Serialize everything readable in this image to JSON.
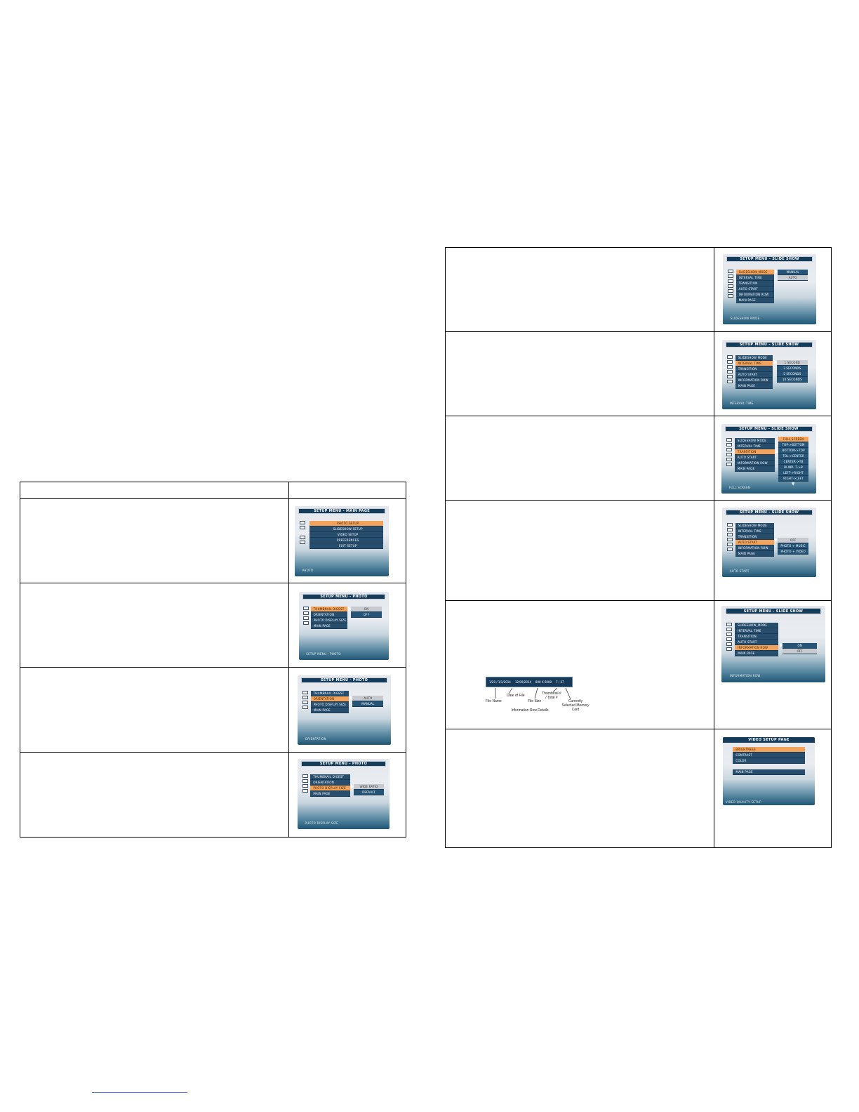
{
  "left_table": {
    "rows": [
      {
        "screen": {
          "title": "SETUP MENU - MAIN PAGE",
          "items": [
            "PHOTO SETUP",
            "SLIDESHOW SETUP",
            "VIDEO SETUP",
            "PREFERENCES",
            "EXIT SETUP"
          ],
          "selected_index": 0,
          "options": [],
          "status": "PHOTO"
        }
      },
      {
        "screen": {
          "title": "SETUP MENU - PHOTO",
          "items": [
            "THUMBNAIL DIGEST",
            "ORIENTATION",
            "PHOTO DISPLAY SIZE",
            "MAIN PAGE"
          ],
          "selected_index": 0,
          "options": [
            "ON",
            "OFF"
          ],
          "option_selected_index": 0,
          "status": "SETUP MENU - PHOTO"
        }
      },
      {
        "screen": {
          "title": "SETUP MENU - PHOTO",
          "items": [
            "THUMBNAIL DIGEST",
            "ORIENTATION",
            "PHOTO DISPLAY SIZE",
            "MAIN PAGE"
          ],
          "selected_index": 1,
          "options": [
            "AUTO",
            "MANUAL"
          ],
          "option_selected_index": 0,
          "status": "ORIENTATION"
        }
      },
      {
        "screen": {
          "title": "SETUP MENU - PHOTO",
          "items": [
            "THUMBNAIL DIGEST",
            "ORIENTATION",
            "PHOTO DISPLAY SIZE",
            "MAIN PAGE"
          ],
          "selected_index": 2,
          "options": [
            "WIDE RATIO",
            "DEFAULT"
          ],
          "option_selected_index": 0,
          "status": "PHOTO DISPLAY SIZE"
        }
      }
    ]
  },
  "right_table": {
    "rows": [
      {
        "screen": {
          "title": "SETUP MENU - SLIDE SHOW",
          "items": [
            "SLIDESHOW MODE",
            "INTERVAL TIME",
            "TRANSITION",
            "AUTO START",
            "INFORMATION ROW",
            "MAIN PAGE"
          ],
          "selected_index": 0,
          "options": [
            "MANUAL",
            "AUTO"
          ],
          "option_selected_index": 1,
          "status": "SLIDESHOW MODE"
        }
      },
      {
        "screen": {
          "title": "SETUP MENU - SLIDE SHOW",
          "items": [
            "SLIDESHOW MODE",
            "INTERVAL TIME",
            "TRANSITION",
            "AUTO START",
            "INFORMATION ROW",
            "MAIN PAGE"
          ],
          "selected_index": 1,
          "options": [
            "1 SECOND",
            "3 SECONDS",
            "5 SECONDS",
            "10 SECONDS"
          ],
          "option_selected_index": 0,
          "status": "INTERVAL TIME"
        }
      },
      {
        "screen": {
          "title": "SETUP MENU - SLIDE SHOW",
          "items": [
            "SLIDESHOW MODE",
            "INTERVAL TIME",
            "TRANSITION",
            "AUTO START",
            "INFORMATION ROW",
            "MAIN PAGE"
          ],
          "selected_index": 2,
          "options": [
            "FULL SCREEN",
            "TOP->BOTTOM",
            "BOTTOM->TOP",
            "TOL->CENTER",
            "CENTER->TB",
            "BLIND- T->B",
            "LEFT->RIGHT",
            "RIGHT->LEFT"
          ],
          "option_selected_index": 0,
          "option_highlight": true,
          "more_indicator": "▼",
          "status": "FULL SCREEN"
        }
      },
      {
        "screen": {
          "title": "SETUP MENU - SLIDE SHOW",
          "items": [
            "SLIDESHOW MODE",
            "INTERVAL TIME",
            "TRANSITION",
            "AUTO START",
            "INFORMATION ROW",
            "MAIN PAGE"
          ],
          "selected_index": 3,
          "options": [
            "OFF",
            "PHOTO + MUSIC",
            "PHOTO + VIDEO"
          ],
          "option_selected_index": 0,
          "status": "AUTO START"
        }
      },
      {
        "screen": {
          "title": "SETUP MENU - SLIDE SHOW",
          "items": [
            "SLIDESHOW_MODE",
            "INTERVAL TIME",
            "TRANSITION",
            "AUTO START",
            "INFORMATION ROW",
            "MAIN PAGE"
          ],
          "selected_index": 4,
          "options": [
            "ON",
            "OFF"
          ],
          "option_selected_index": 1,
          "status": "INFORMATION ROW"
        },
        "info_row": {
          "bar_fields": [
            "1/20 / 1/1/2014",
            "12/09/2014",
            "800 X 6000",
            "7 / 37"
          ],
          "callouts": [
            "File Name",
            "Date of File",
            "File Size",
            "Thumbnail # / Total #",
            "Currently Selected Memory Card"
          ],
          "caption": "Information Row Details"
        }
      },
      {
        "screen": {
          "title": "VIDEO SETUP PAGE",
          "items": [
            "BRIGHTNESS",
            "CONTRAST",
            "COLOR",
            "MAIN PAGE"
          ],
          "selected_index": 0,
          "options": [],
          "status": "VIDEO QUALITY SETUP"
        }
      }
    ]
  }
}
